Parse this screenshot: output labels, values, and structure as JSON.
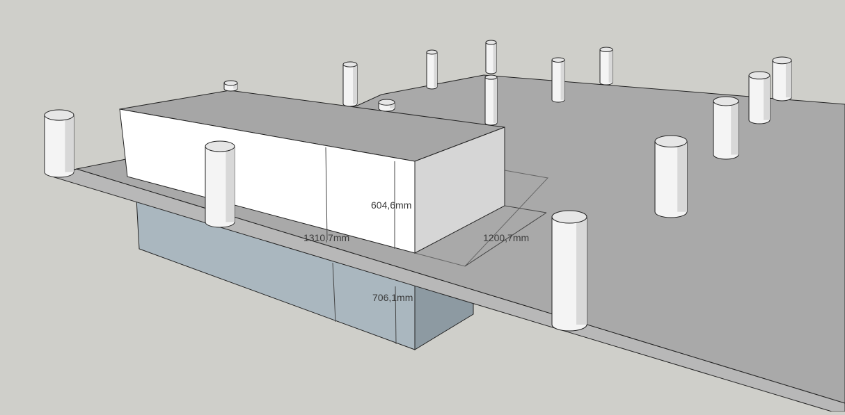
{
  "viewport": {
    "background": "#cfcfca"
  },
  "dimensions": {
    "box_height": "604,6mm",
    "box_length": "1310,7mm",
    "box_depth": "1200,7mm",
    "below_slab_height": "706,1mm"
  },
  "colors": {
    "slab_top": "#a9a9a9",
    "slab_edge": "#b8b8b8",
    "box_top": "#a6a6a6",
    "box_front": "#ffffff",
    "box_side": "#d6d6d6",
    "below_front": "#aab7bf",
    "below_side": "#8d9aa2",
    "column": "#f4f4f4"
  }
}
